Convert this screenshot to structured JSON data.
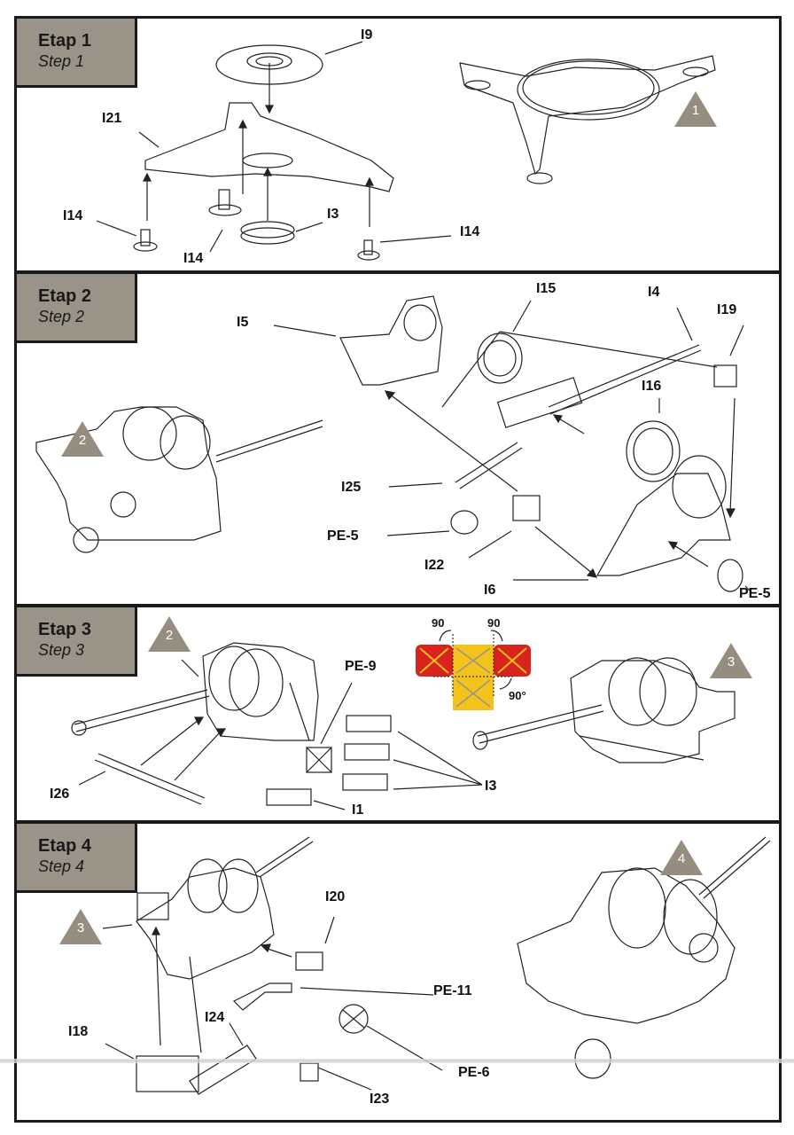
{
  "steps": [
    {
      "etap": "Etap 1",
      "step": "Step 1",
      "result_marker": "1",
      "part_labels": [
        "I9",
        "I21",
        "I14",
        "I14",
        "I3",
        "I14"
      ]
    },
    {
      "etap": "Etap 2",
      "step": "Step 2",
      "input_marker": "2",
      "part_labels": [
        "I5",
        "I15",
        "I4",
        "I19",
        "I16",
        "I25",
        "PE-5",
        "I22",
        "I6",
        "PE-5"
      ]
    },
    {
      "etap": "Etap 3",
      "step": "Step 3",
      "input_marker": "2",
      "result_marker": "3",
      "part_labels": [
        "PE-9",
        "I26",
        "I1",
        "I3"
      ],
      "fold_diagram": {
        "angles": [
          "90",
          "90",
          "90°"
        ],
        "colors": {
          "flap": "#d8231f",
          "base": "#f3c21b",
          "cross_on_flap": "#f3c21b",
          "cross_on_base": "#9a9488"
        }
      }
    },
    {
      "etap": "Etap 4",
      "step": "Step 4",
      "input_marker": "3",
      "result_marker": "4",
      "part_labels": [
        "I20",
        "PE-11",
        "I18",
        "I24",
        "PE-6",
        "I23"
      ]
    }
  ],
  "colors": {
    "header_bg": "#9a9488",
    "marker_bg": "#958d7f",
    "border": "#1a1a1a"
  }
}
